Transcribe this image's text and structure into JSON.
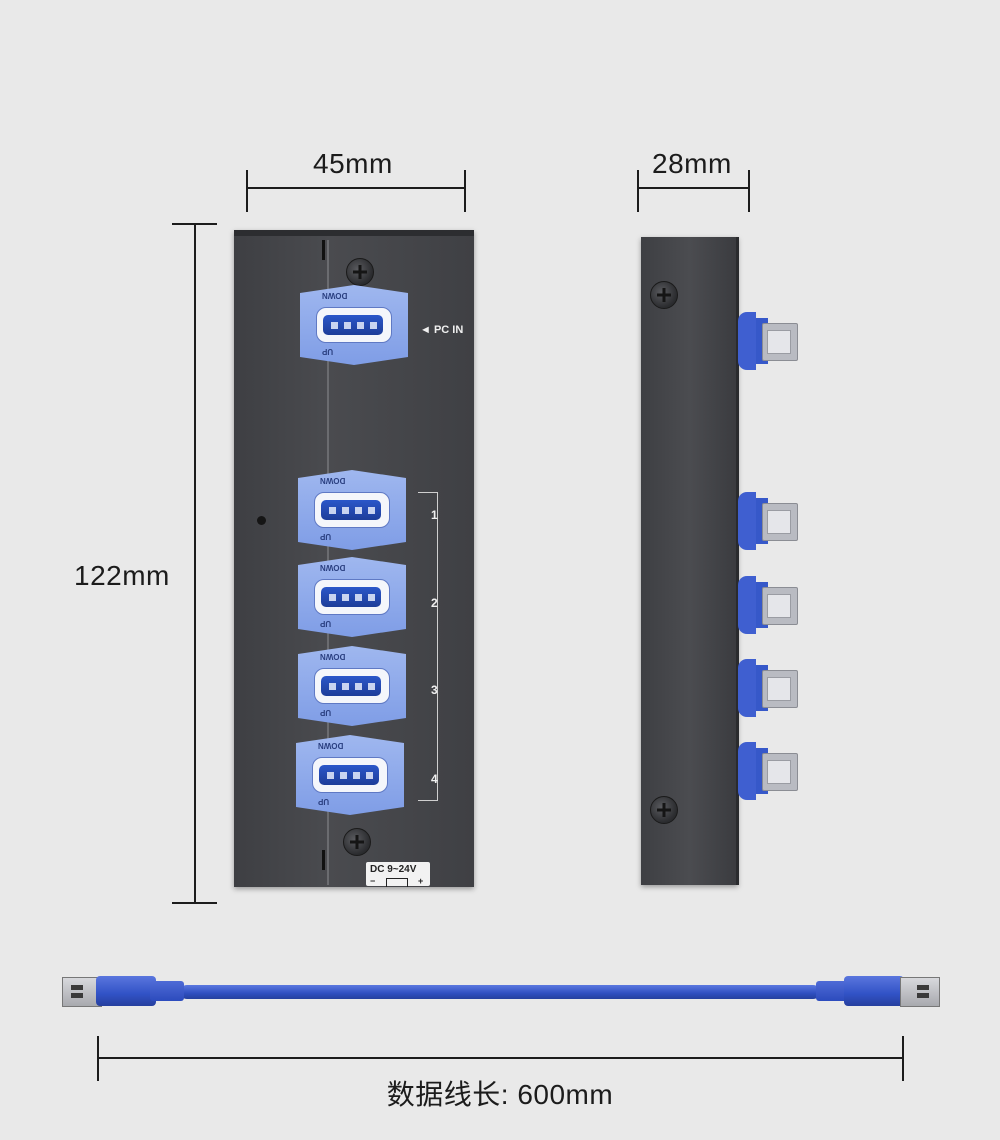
{
  "dimensions": {
    "width_label": "45mm",
    "depth_label": "28mm",
    "height_label": "122mm",
    "cable_label": "数据线长: 600mm"
  },
  "front_panel": {
    "pc_in_label": "◄ PC IN",
    "port_labels": {
      "down": "DOWN",
      "up": "UP"
    },
    "port_numbers": [
      "1",
      "2",
      "3",
      "4"
    ],
    "dc_label": "DC 9~24V",
    "dc_minus": "−",
    "dc_plus": "+"
  },
  "colors": {
    "panel": "#444549",
    "port_accent": "#8fa9eb",
    "cable": "#3a5bd0",
    "background": "#e9e9e9"
  }
}
